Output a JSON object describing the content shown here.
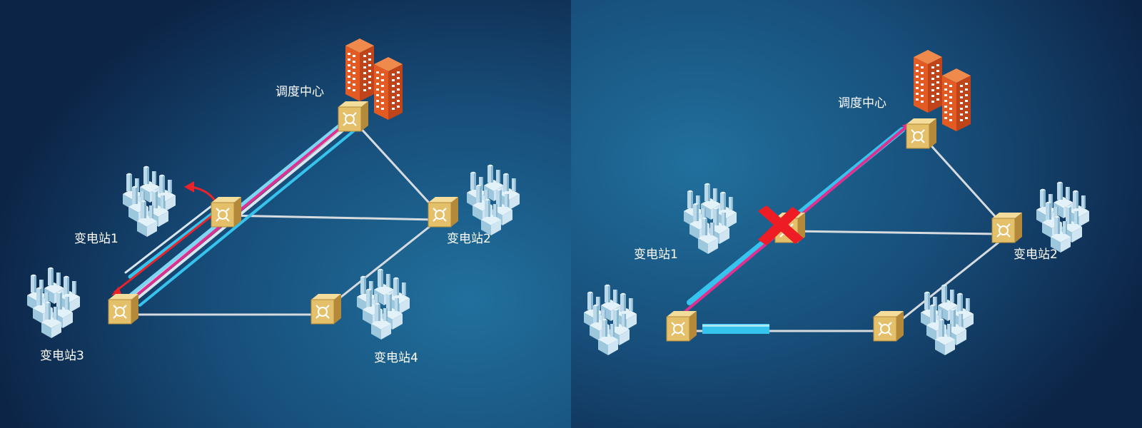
{
  "labels": {
    "dispatch_center": "调度中心",
    "substation_1": "变电站1",
    "substation_2": "变电站2",
    "substation_3": "变电站3",
    "substation_4": "变电站4"
  },
  "colors": {
    "background_dark": "#0d2748",
    "background_light": "#1f6a97",
    "link_line": "#d6dbe0",
    "path_pink": "#e0308f",
    "path_cyan": "#36c3ee",
    "node_box": "#e8c36a",
    "building": "#e05a22",
    "factory": "#b5d7ea",
    "protection_arrow": "#e8232a",
    "fault_cross": "#ee1c24"
  },
  "icons": [
    "node-box-icon",
    "building-icon",
    "factory-icon",
    "fault-cross-icon",
    "switch-arrow-icon"
  ]
}
